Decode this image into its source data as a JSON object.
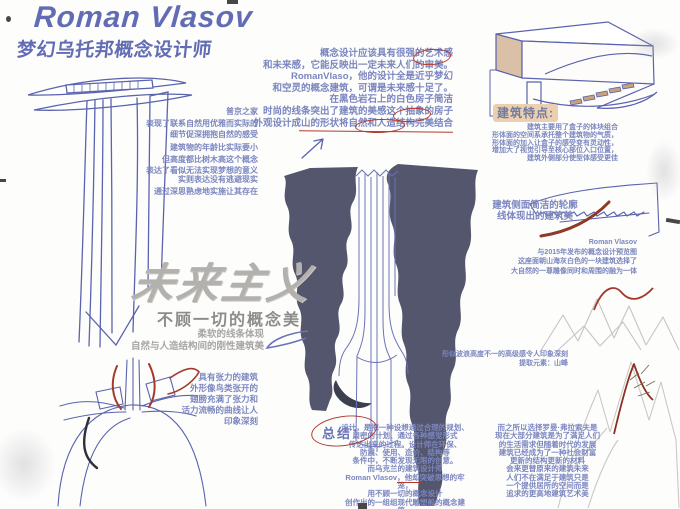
{
  "palette": {
    "ink_blue": "#5a63ae",
    "text_blue": "#7b86bf",
    "rock_gray": "#53566c",
    "accent_red": "#b43b2c",
    "tan_highlight": "#eccfb0",
    "calligraphy_gray": "#b3b1ae"
  },
  "header": {
    "title": "Roman Vlasov",
    "subtitle": "梦幻乌托邦概念设计师"
  },
  "intro_paragraph": "概念设计应该具有很强的艺术感\n和未来感，它能反映出一定未来人们的审美。\nRomanVlaso，他的设计全是近乎梦幻\n和空灵的概念建筑，可谓是未来感十足了。\n在黑色岩石上的白色房子简洁\n时尚的线条突出了建筑的美感这个抽象的房子\n外观设计成山的形状将自然和人造结构完美结合",
  "notes_left": {
    "putin_house": "普京之家\n表现了联系自然用优雅而实际的\n细节促深拥抱自然的感受",
    "building_age": "建筑物的年龄比实际要小\n但高度都比树木高这个概念\n表达了看似无法实现梦想的意义",
    "reality": "实则表达没有逃避现实\n通过深思熟虑地实施让其存在"
  },
  "futurism": {
    "title": "未来主义",
    "subtitle": "不顾一切的概念美",
    "caption": "柔软的线条体现\n自然与人造结构间的刚性建筑美"
  },
  "bird_note": "具有张力的建筑\n外形像鸟类张开的\n翅膀充满了张力和\n活力流畅的曲线让人\n印象深刻",
  "features": {
    "label": "建筑特点:",
    "text": "建筑主要用了盒子的体块组合\n形体面的空间系承托整个建筑物的气质，\n形体面的加入让盒子的感受变有灵动性，\n增加大了视觉引导至核心部位入口位置，\n建筑外侧部分使型体感受更佳"
  },
  "profile_note": "建筑侧面简洁的轮廓\n线体现出的建筑美",
  "preview_note": "Roman Vlasov\n与2015年发布的概念设计预览图\n这座面朝山海灰白色的一块建筑选择了\n大自然的一尊雕像同时和周围的融为一体",
  "mountain_note": "形似波浪高度不一的高级感令人印象深刻\n提取元素：山峰",
  "summary": {
    "label": "总结：",
    "text": "设计，是把一种设想通过合理的规划、\n周密的计划、通过各种感觉形式\n传达出来的过程。设计师在环保、\n防震、使用、造价、结构等\n条件中，不断发现无限的创意。\n而乌克兰的建筑设计师\nRoman Vlasov，他却突破思想的牢笼，\n用不顾一切的概念设计\n创作出的一组组现代雕塑般的概念建筑，"
  },
  "closing_paragraph": "而之所以选择罗曼·弗拉索夫是\n现在大部分建筑是为了满足人们\n的生活需求但随着时代的发展\n建筑已经成为了一种社会财富\n更新的结构更新的材料\n会来更替原来的建筑未来\n人们不在满足于建筑只是\n一个提供居所的空间而是\n追求的更高地建筑艺术美"
}
